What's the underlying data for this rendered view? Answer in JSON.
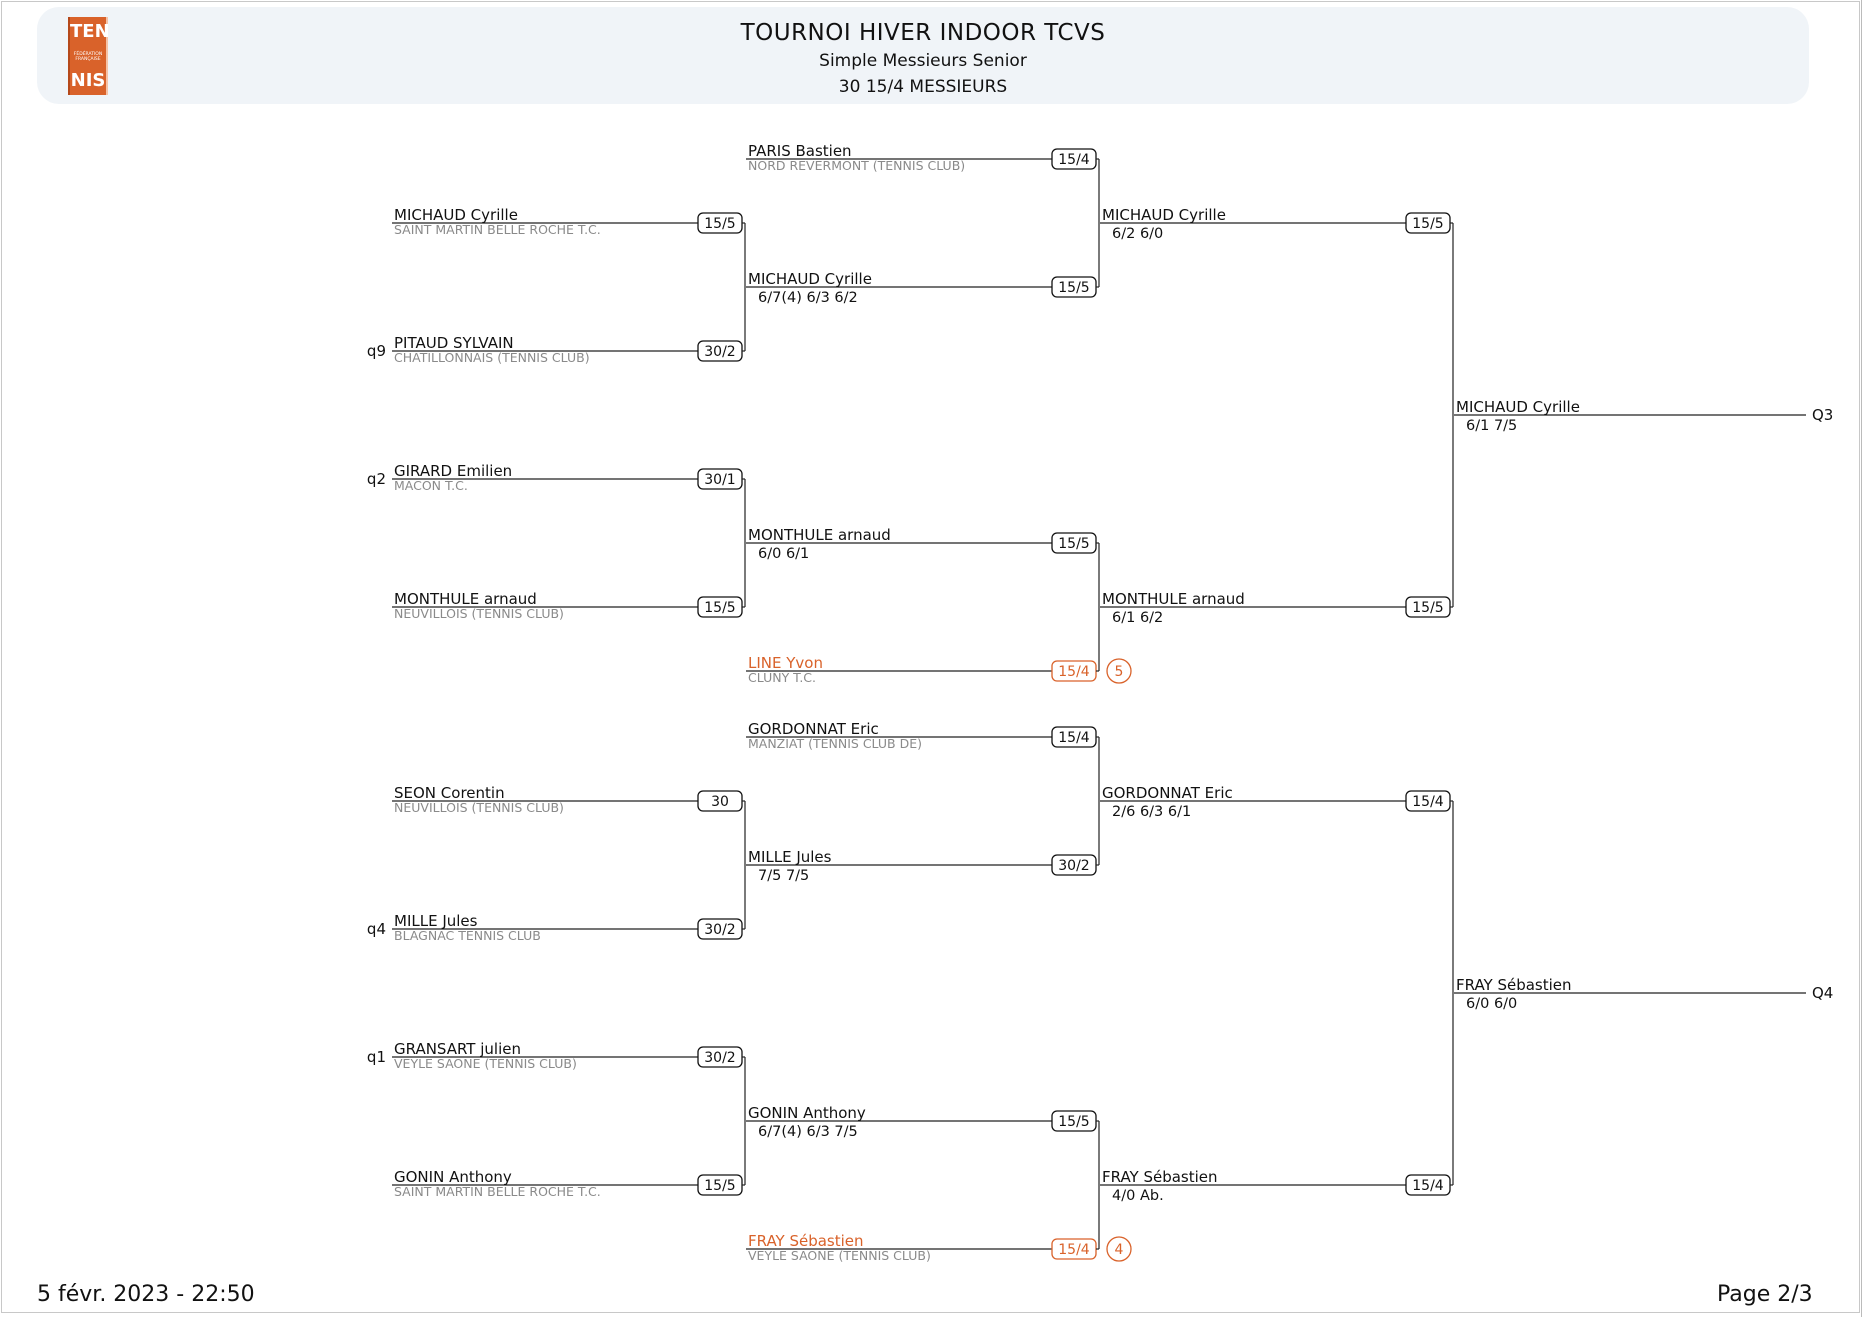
{
  "header": {
    "logo_top": "TEN",
    "logo_middle": "FÉDÉRATION FRANÇAISE",
    "logo_bottom": "NIS",
    "title": "TOURNOI HIVER INDOOR TCVS",
    "subtitle": "Simple Messieurs Senior",
    "category": "30 15/4 MESSIEURS"
  },
  "footer": {
    "date": "5 févr. 2023 - 22:50",
    "page": "Page 2/3"
  },
  "colors": {
    "accent": "#d9622a",
    "header_band": "#f0f4f8",
    "club_text": "#8a8a8a"
  },
  "bracket": {
    "round1": [
      {
        "id": "r1-1",
        "name": "MICHAUD Cyrille",
        "club": "SAINT MARTIN BELLE ROCHE T.C.",
        "rank": "15/5",
        "seed": ""
      },
      {
        "id": "r1-2",
        "name": "PITAUD SYLVAIN",
        "club": "CHATILLONNAIS (TENNIS CLUB)",
        "rank": "30/2",
        "seed": "q9"
      },
      {
        "id": "r1-3",
        "name": "GIRARD Emilien",
        "club": "MACON T.C.",
        "rank": "30/1",
        "seed": "q2"
      },
      {
        "id": "r1-4",
        "name": "MONTHULE arnaud",
        "club": "NEUVILLOIS (TENNIS CLUB)",
        "rank": "15/5",
        "seed": ""
      },
      {
        "id": "r1-5",
        "name": "SEON Corentin",
        "club": "NEUVILLOIS (TENNIS CLUB)",
        "rank": "30",
        "seed": ""
      },
      {
        "id": "r1-6",
        "name": "MILLE Jules",
        "club": "BLAGNAC TENNIS CLUB",
        "rank": "30/2",
        "seed": "q4"
      },
      {
        "id": "r1-7",
        "name": "GRANSART julien",
        "club": "VEYLE SAONE (TENNIS CLUB)",
        "rank": "30/2",
        "seed": "q1"
      },
      {
        "id": "r1-8",
        "name": "GONIN Anthony",
        "club": "SAINT MARTIN BELLE ROCHE T.C.",
        "rank": "15/5",
        "seed": ""
      }
    ],
    "round2": [
      {
        "id": "r2-1",
        "name": "PARIS Bastien",
        "club": "NORD REVERMONT (TENNIS CLUB)",
        "score": "",
        "rank": "15/4",
        "highlight": false,
        "headseed": ""
      },
      {
        "id": "r2-2",
        "name": "MICHAUD Cyrille",
        "club": "",
        "score": "6/7(4) 6/3 6/2",
        "rank": "15/5",
        "highlight": false,
        "headseed": ""
      },
      {
        "id": "r2-3",
        "name": "MONTHULE arnaud",
        "club": "",
        "score": "6/0 6/1",
        "rank": "15/5",
        "highlight": false,
        "headseed": ""
      },
      {
        "id": "r2-4",
        "name": "LINE Yvon",
        "club": "CLUNY T.C.",
        "score": "",
        "rank": "15/4",
        "highlight": true,
        "headseed": "5"
      },
      {
        "id": "r2-5",
        "name": "GORDONNAT Eric",
        "club": "MANZIAT (TENNIS CLUB DE)",
        "score": "",
        "rank": "15/4",
        "highlight": false,
        "headseed": ""
      },
      {
        "id": "r2-6",
        "name": "MILLE Jules",
        "club": "",
        "score": "7/5 7/5",
        "rank": "30/2",
        "highlight": false,
        "headseed": ""
      },
      {
        "id": "r2-7",
        "name": "GONIN Anthony",
        "club": "",
        "score": "6/7(4) 6/3 7/5",
        "rank": "15/5",
        "highlight": false,
        "headseed": ""
      },
      {
        "id": "r2-8",
        "name": "FRAY Sébastien",
        "club": "VEYLE SAONE (TENNIS CLUB)",
        "score": "",
        "rank": "15/4",
        "highlight": true,
        "headseed": "4"
      }
    ],
    "round3": [
      {
        "id": "r3-1",
        "name": "MICHAUD Cyrille",
        "score": "6/2 6/0",
        "rank": "15/5"
      },
      {
        "id": "r3-2",
        "name": "MONTHULE arnaud",
        "score": "6/1 6/2",
        "rank": "15/5"
      },
      {
        "id": "r3-3",
        "name": "GORDONNAT Eric",
        "score": "2/6 6/3 6/1",
        "rank": "15/4"
      },
      {
        "id": "r3-4",
        "name": "FRAY Sébastien",
        "score": "4/0   Ab.",
        "rank": "15/4"
      }
    ],
    "round4": [
      {
        "id": "r4-1",
        "name": "MICHAUD Cyrille",
        "score": "6/1 7/5",
        "slot": "Q3"
      },
      {
        "id": "r4-2",
        "name": "FRAY Sébastien",
        "score": "6/0 6/0",
        "slot": "Q4"
      }
    ]
  }
}
